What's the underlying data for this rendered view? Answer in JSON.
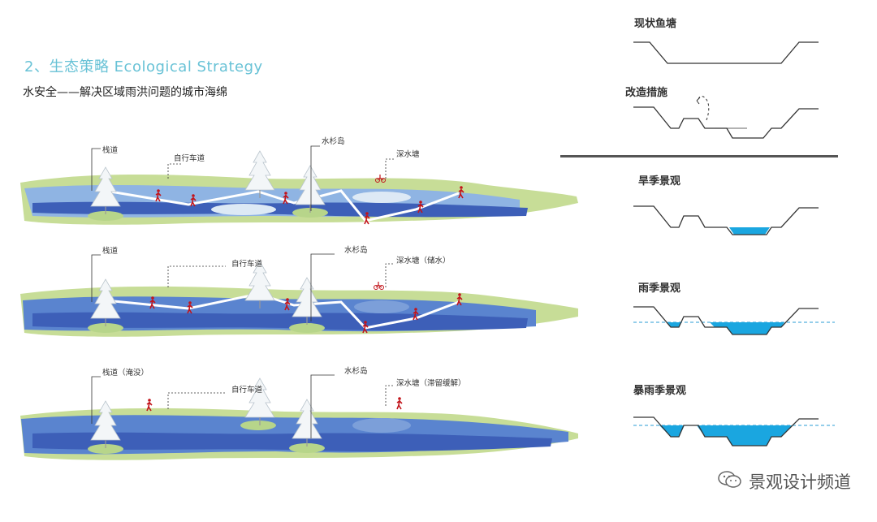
{
  "header": {
    "title": "2、生态策略 Ecological Strategy",
    "subtitle": "水安全——解决区域雨洪问题的城市海绵"
  },
  "strips": [
    {
      "labels": {
        "boardwalk": "栈道",
        "bikeway": "自行车道",
        "island": "水杉岛",
        "pond": "深水塘"
      }
    },
    {
      "labels": {
        "boardwalk": "栈道",
        "bikeway": "自行车道",
        "island": "水杉岛",
        "pond": "深水塘（储水）"
      }
    },
    {
      "labels": {
        "boardwalk": "栈道（淹没）",
        "bikeway": "自行车道",
        "island": "水杉岛",
        "pond": "深水塘（滞留缓解）"
      }
    }
  ],
  "sections": {
    "existing": "现状鱼塘",
    "modified": "改造措施",
    "dry": "旱季景观",
    "rainy": "雨季景观",
    "storm": "暴雨季景观"
  },
  "watermark": {
    "text": "景观设计频道",
    "icon": "wechat-icon"
  },
  "colors": {
    "title": "#68c2d6",
    "water_deep": "#3d5fb8",
    "water_mid": "#5a84cf",
    "water_light": "#8fb4e3",
    "bank_green": "#c7dd97",
    "section_water": "#1aa6e0",
    "path_red": "#c2141b"
  }
}
